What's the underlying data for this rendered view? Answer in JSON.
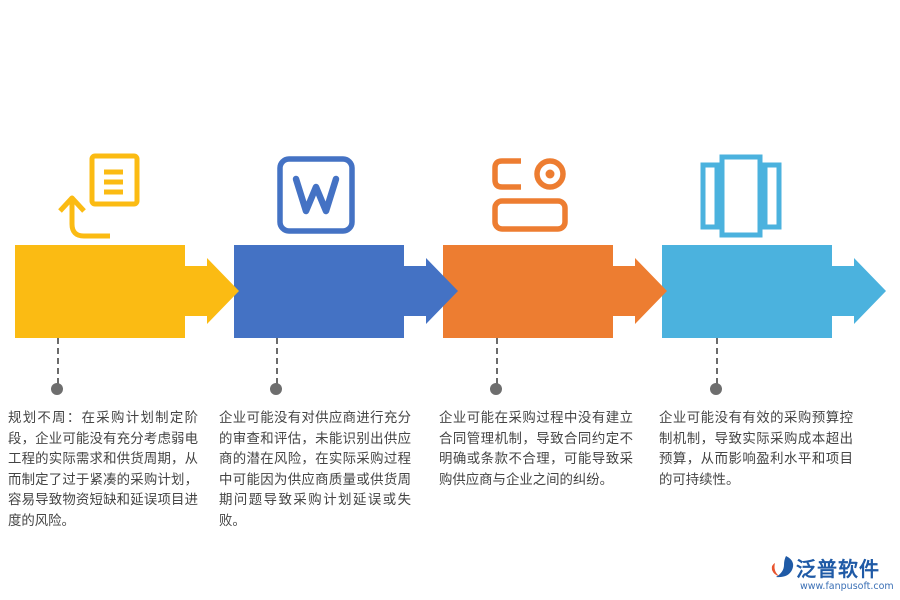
{
  "colors": {
    "step1": "#fbbb13",
    "step2": "#4472c4",
    "step3": "#ed7d31",
    "step4": "#4bb2de",
    "connector": "#6b6b6b"
  },
  "steps": [
    {
      "icon": "return-document-icon",
      "text": "规划不周：在采购计划制定阶段，企业可能没有充分考虑弱电工程的实际需求和供货周期，从而制定了过于紧凑的采购计划，容易导致物资短缺和延误项目进度的风险。"
    },
    {
      "icon": "word-document-icon",
      "text": "企业可能没有对供应商进行充分的审查和评估，未能识别出供应商的潜在风险，在实际采购过程中可能因为供应商质量或供货周期问题导致采购计划延误或失败。"
    },
    {
      "icon": "toggle-settings-icon",
      "text": "企业可能在采购过程中没有建立合同管理机制，导致合同约定不明确或条款不合理，可能导致采购供应商与企业之间的纠纷。"
    },
    {
      "icon": "panels-icon",
      "text": "企业可能没有有效的采购预算控制机制，导致实际采购成本超出预算，从而影响盈利水平和项目的可持续性。"
    }
  ],
  "logo": {
    "name": "泛普软件",
    "url": "www.fanpusoft.com"
  }
}
